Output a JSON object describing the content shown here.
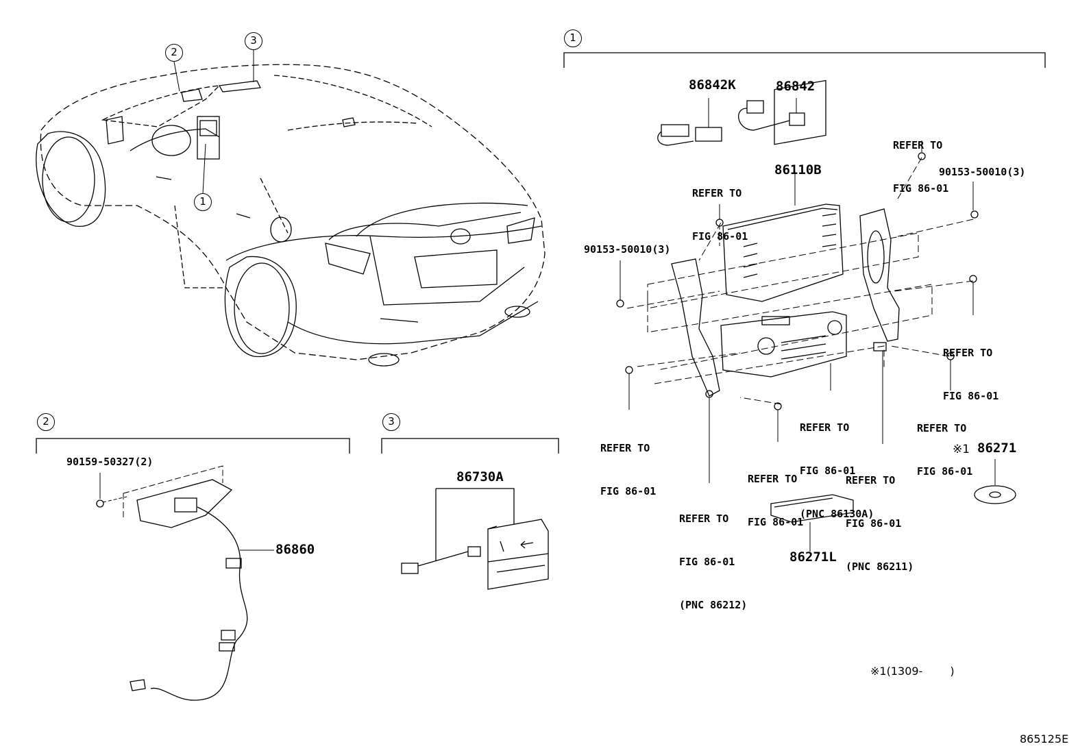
{
  "sections": {
    "s1": {
      "number": "1"
    },
    "s2": {
      "number": "2"
    },
    "s3": {
      "number": "3"
    }
  },
  "car_callouts": [
    "2",
    "3",
    "1"
  ],
  "parts": {
    "p86842K": "86842K",
    "p86842": "86842",
    "p86110B": "86110B",
    "p90153_left": "90153-50010(3)",
    "p90153_right": "90153-50010(3)",
    "p86271": "86271",
    "p86271_mark": "※1",
    "p86271L": "86271L",
    "p90159": "90159-50327(2)",
    "p86860": "86860",
    "p86730A": "86730A"
  },
  "refs": {
    "r_top_left": [
      "REFER TO",
      "FIG 86-01"
    ],
    "r_top_right": [
      "REFER TO",
      "FIG 86-01"
    ],
    "r_right_mid": [
      "REFER TO",
      "FIG 86-01"
    ],
    "r_right_low": [
      "REFER TO",
      "FIG 86-01"
    ],
    "r_left_low": [
      "REFER TO",
      "FIG 86-01"
    ],
    "r_bottom_mid": [
      "REFER TO",
      "FIG 86-01"
    ],
    "r_86130A": [
      "REFER TO",
      "FIG 86-01",
      "(PNC 86130A)"
    ],
    "r_86211": [
      "REFER TO",
      "FIG 86-01",
      "(PNC 86211)"
    ],
    "r_86212": [
      "REFER TO",
      "FIG 86-01",
      "(PNC 86212)"
    ]
  },
  "footnote": {
    "mark": "※1",
    "text": "(1309-",
    "close": ")"
  },
  "diagram_id": "865125E"
}
